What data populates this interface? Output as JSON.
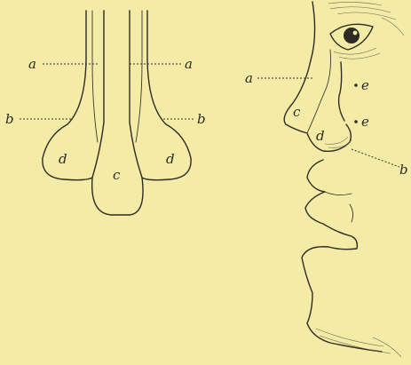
{
  "figure": {
    "background": "#f4eba6",
    "ink": "#2e2c22",
    "left_diagram": {
      "labels": {
        "a_left": "a",
        "a_right": "a",
        "b_left": "b",
        "b_right": "b",
        "d_left": "d",
        "d_right": "d",
        "c_center": "c"
      }
    },
    "right_diagram": {
      "labels": {
        "a": "a",
        "c": "c",
        "d": "d",
        "e_upper": "e",
        "e_lower": "e",
        "b": "b"
      }
    }
  }
}
